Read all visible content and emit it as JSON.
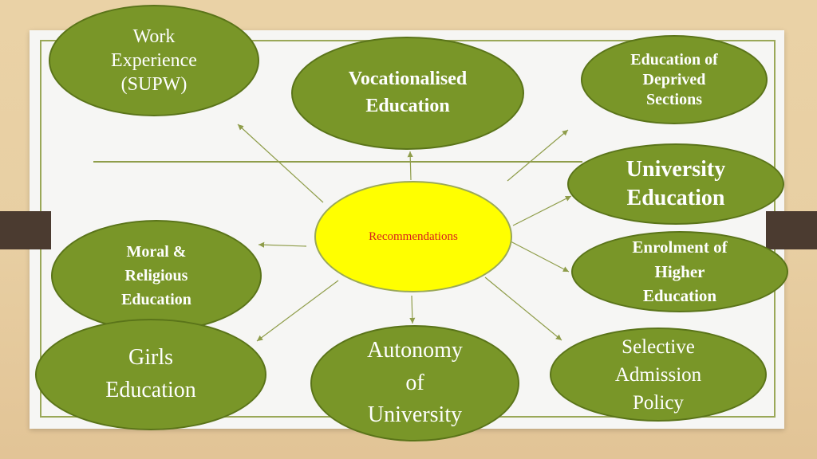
{
  "center": {
    "label": "Recommendations"
  },
  "nodes": {
    "work_experience": [
      "Work",
      "Experience",
      "(SUPW)"
    ],
    "vocationalised": [
      "Vocationalised",
      "Education"
    ],
    "deprived": [
      "Education of",
      "Deprived",
      "Sections"
    ],
    "university": [
      "University",
      "Education"
    ],
    "enrolment": [
      "Enrolment of",
      "Higher",
      "Education"
    ],
    "selective": [
      "Selective",
      "Admission",
      "Policy"
    ],
    "autonomy": [
      "Autonomy",
      "of",
      "University"
    ],
    "girls": [
      "Girls",
      "Education"
    ],
    "moral": [
      "Moral &",
      "Religious",
      "Education"
    ]
  },
  "colors": {
    "node_fill": "#799628",
    "center_fill": "#ffff00",
    "center_text": "#d81e1e",
    "arrow": "#8f9d4a"
  }
}
